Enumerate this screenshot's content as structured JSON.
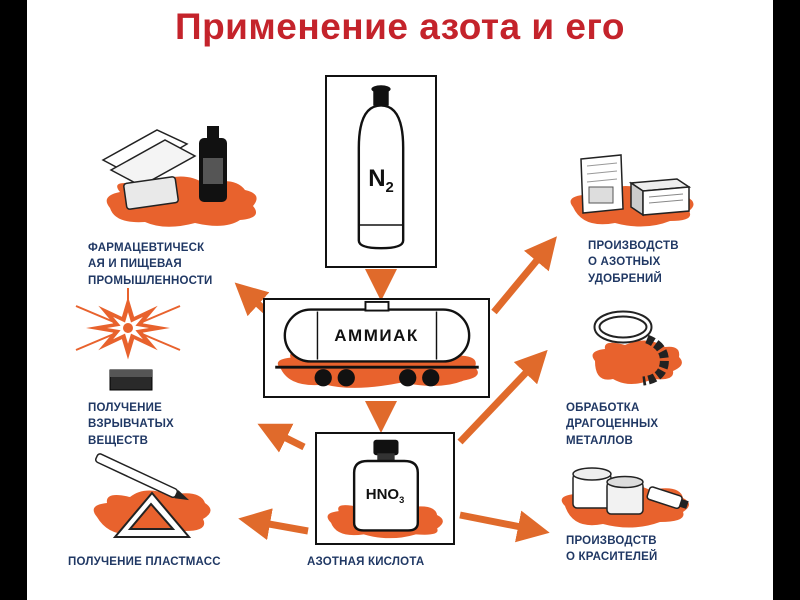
{
  "title": "Применение азота и его",
  "colors": {
    "title": "#c4232b",
    "label": "#203864",
    "arrow": "#e06a2b",
    "splash": "#e8622d"
  },
  "center_chain": {
    "nitrogen": {
      "formula": "N",
      "subscript": "2",
      "icon": "gas-cylinder"
    },
    "ammonia": {
      "label": "АММИАК",
      "icon": "railway-tank-car"
    },
    "nitric_acid": {
      "formula": "HNO",
      "subscript": "3",
      "icon": "acid-bottle"
    }
  },
  "applications": [
    {
      "id": "pharma",
      "label": "ФАРМАЦЕВТИЧЕСК\nАЯ И ПИЩЕВАЯ\nПРОМЫШЛЕННОСТИ",
      "icon": "medicine-bottle"
    },
    {
      "id": "explosives",
      "label": "ПОЛУЧЕНИЕ\nВЗРЫВЧАТЫХ\nВЕЩЕСТВ",
      "icon": "explosion"
    },
    {
      "id": "plastics",
      "label": "ПОЛУЧЕНИЕ ПЛАСТМАСС",
      "icon": "drafting-tools"
    },
    {
      "id": "nitric_acid_product",
      "label": "АЗОТНАЯ КИСЛОТА",
      "icon": "acid-bottle"
    },
    {
      "id": "fertilizers",
      "label": "ПРОИЗВОДСТВ\nО АЗОТНЫХ\nУДОБРЕНИЙ",
      "icon": "fertilizer-sacks"
    },
    {
      "id": "precious_metals",
      "label": "ОБРАБОТКА\nДРАГОЦЕННЫХ\nМЕТАЛЛОВ",
      "icon": "jewelry"
    },
    {
      "id": "dyes",
      "label": "ПРОИЗВОДСТВ\nО КРАСИТЕЛЕЙ",
      "icon": "dye-jars"
    }
  ]
}
